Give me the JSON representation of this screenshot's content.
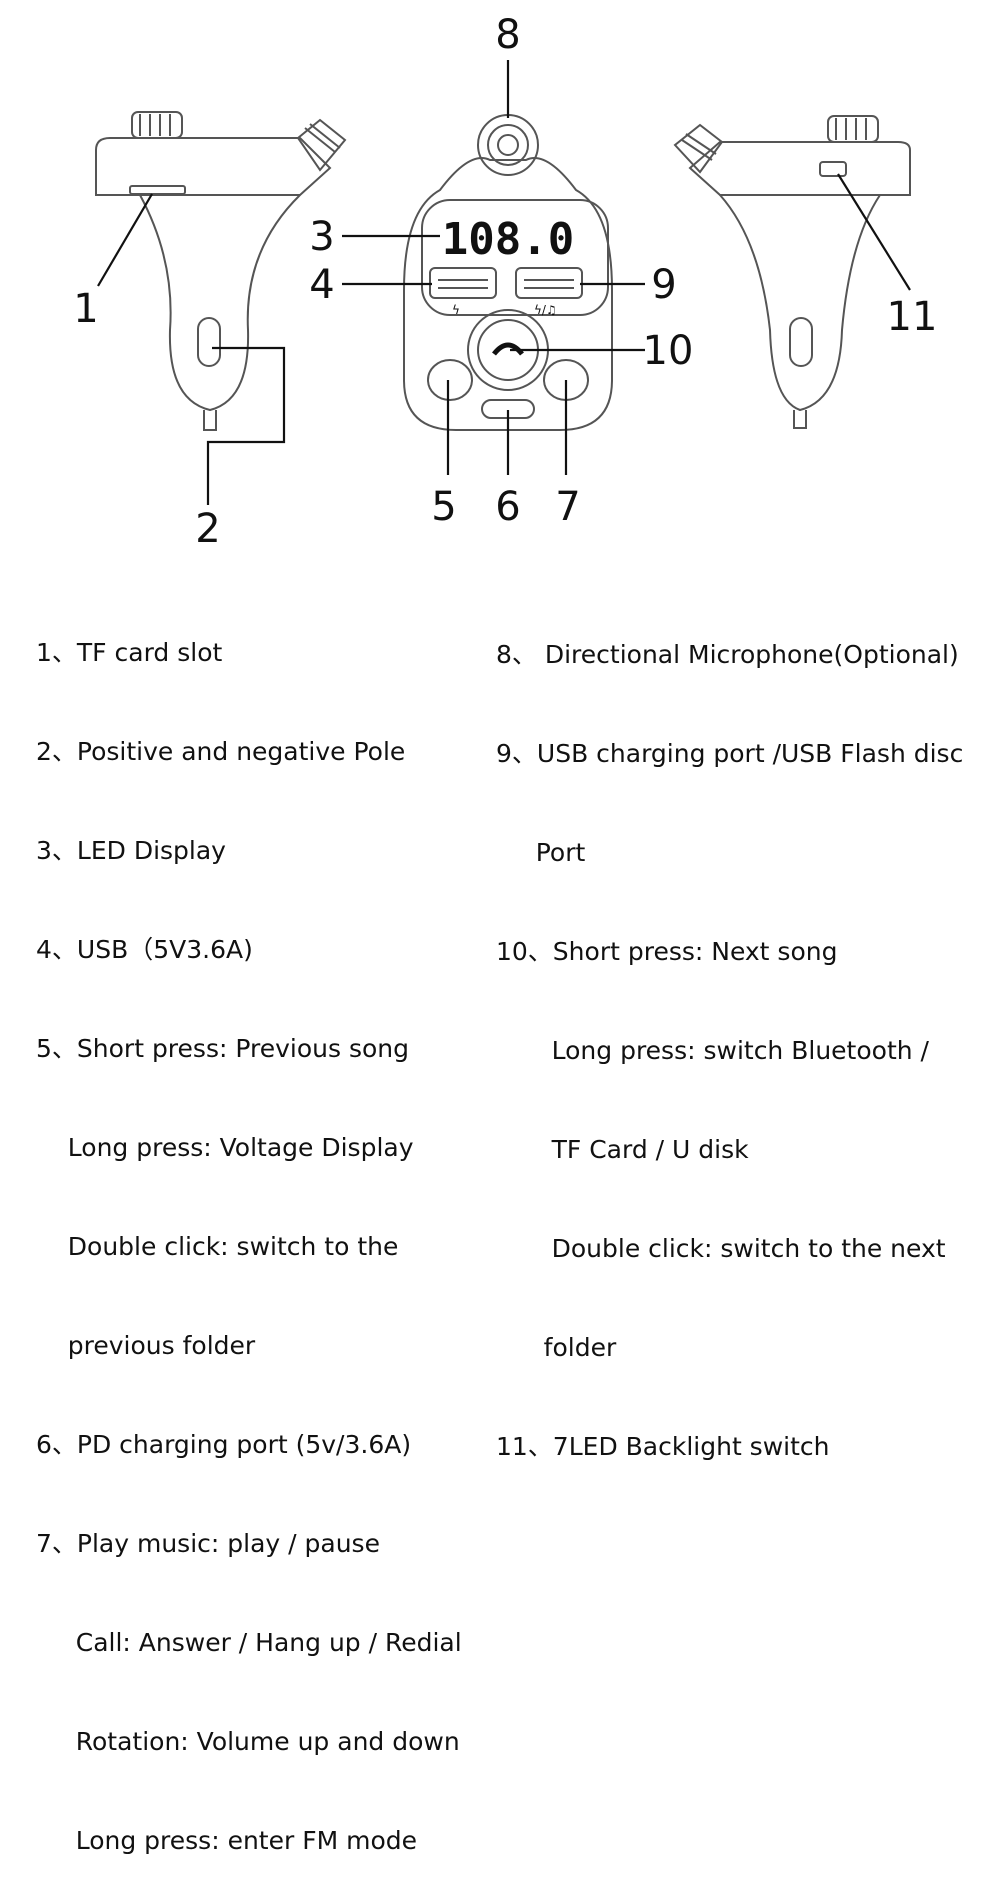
{
  "lcd_text": "108.0",
  "callouts": {
    "c1": "1",
    "c2": "2",
    "c3": "3",
    "c4": "4",
    "c5": "5",
    "c6": "6",
    "c7": "7",
    "c8": "8",
    "c9": "9",
    "c10": "10",
    "c11": "11"
  },
  "legend_left": [
    "1、TF card slot",
    "2、Positive and negative Pole",
    "3、LED Display",
    "4、USB（5V3.6A)",
    "5、Short press: Previous song",
    "    Long press: Voltage Display",
    "    Double click: switch to the",
    "    previous folder",
    "6、PD charging port (5v/3.6A)",
    "7、Play music: play / pause",
    "     Call: Answer / Hang up / Redial",
    "     Rotation: Volume up and down",
    "     Long press: enter FM mode"
  ],
  "legend_right": [
    "8、 Directional Microphone(Optional)",
    "9、USB charging port /USB Flash disc",
    "     Port",
    "10、Short press: Next song",
    "       Long press: switch Bluetooth /",
    "       TF Card / U disk",
    "       Double click: switch to the next",
    "      folder",
    "11、7LED Backlight switch"
  ]
}
